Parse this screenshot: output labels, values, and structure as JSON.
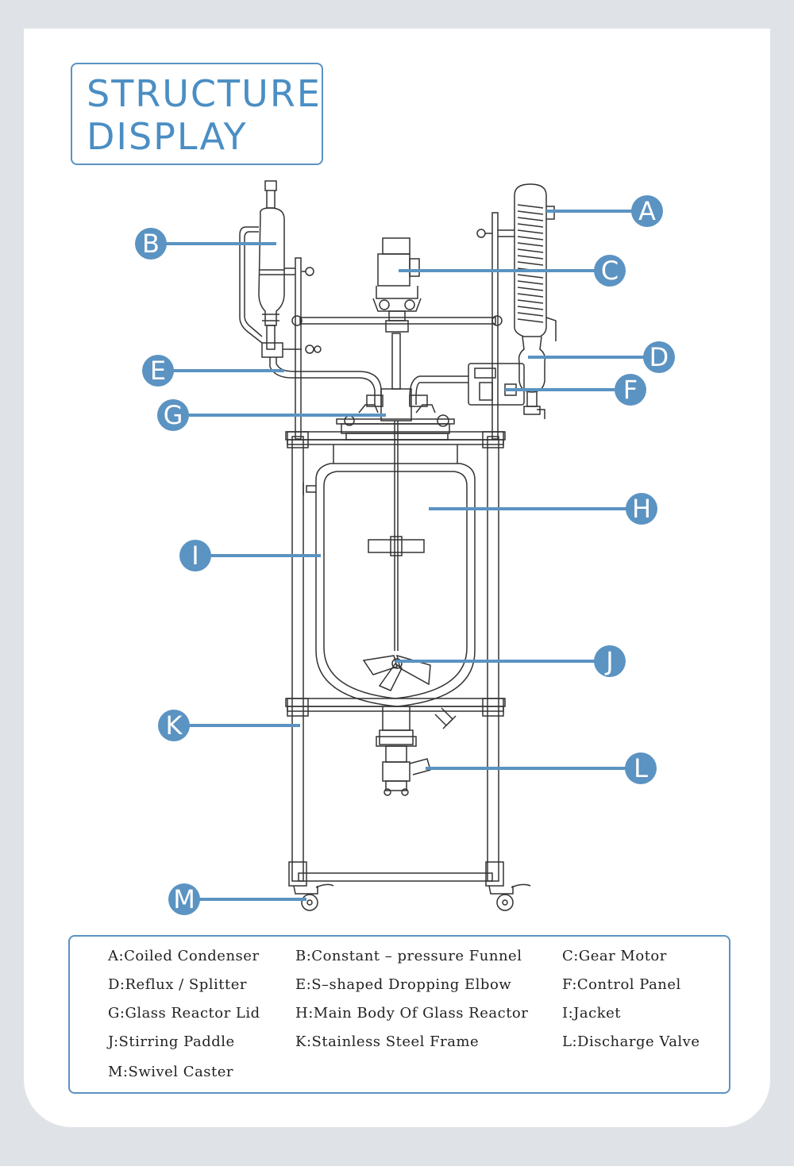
{
  "title": {
    "line1": "STRUCTURE",
    "line2": "DISPLAY"
  },
  "callouts": [
    {
      "letter": "A"
    },
    {
      "letter": "B"
    },
    {
      "letter": "C"
    },
    {
      "letter": "D"
    },
    {
      "letter": "E"
    },
    {
      "letter": "F"
    },
    {
      "letter": "G"
    },
    {
      "letter": "H"
    },
    {
      "letter": "I"
    },
    {
      "letter": "J"
    },
    {
      "letter": "K"
    },
    {
      "letter": "L"
    },
    {
      "letter": "M"
    }
  ],
  "legend": [
    "A:Coiled Condenser",
    "B:Constant – pressure Funnel",
    "C:Gear Motor",
    "D:Reflux / Splitter",
    "E:S–shaped Dropping Elbow",
    "F:Control Panel",
    "G:Glass Reactor Lid",
    "H:Main Body Of Glass Reactor",
    "I:Jacket",
    "J:Stirring Paddle",
    "K:Stainless Steel Frame",
    "L:Discharge Valve",
    "M:Swivel Caster"
  ],
  "colors": {
    "accent": "#4a8ec4",
    "callout": "#5b93c2",
    "leader": "#5b93c2",
    "background": "#dfe3e8",
    "card": "#ffffff",
    "linework": "#333333"
  }
}
